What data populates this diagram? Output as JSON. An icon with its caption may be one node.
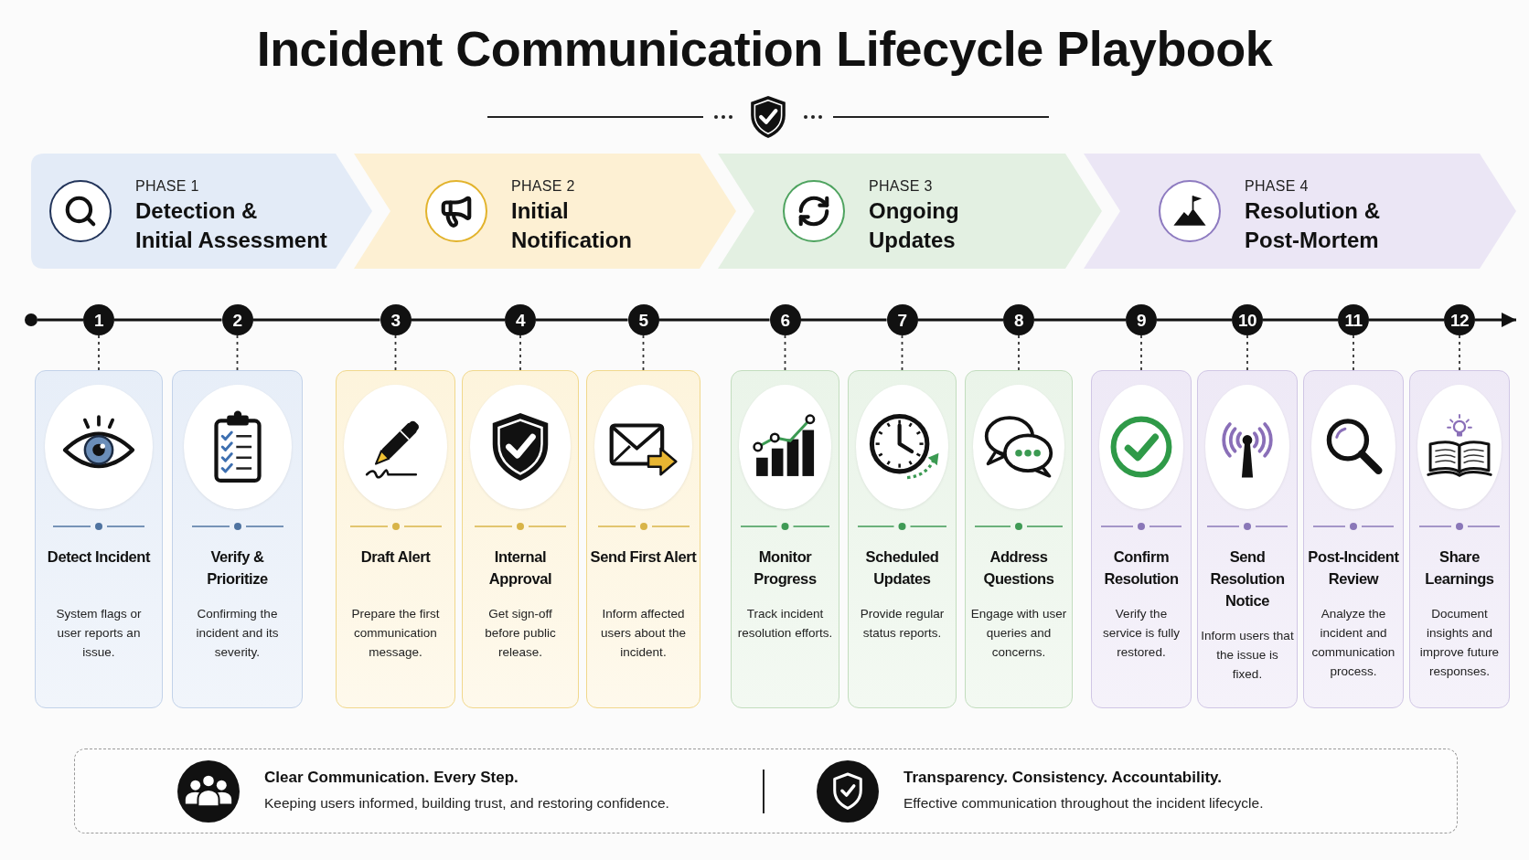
{
  "diagram": {
    "title": "Incident Communication Lifecycle Playbook",
    "nodes": [
      {
        "text": [
          "PHASE 1",
          "Detection & Initial Assessment"
        ]
      },
      {
        "text": [
          "PHASE 2",
          "Initial Notification"
        ]
      },
      {
        "text": [
          "PHASE 3",
          "Ongoing Updates"
        ]
      },
      {
        "text": [
          "PHASE 4",
          "Resolution & Post-Mortem"
        ]
      },
      {
        "text": [],
        "shape": "circle"
      },
      {
        "text": [
          "1"
        ]
      },
      {
        "text": [
          "2"
        ]
      },
      {
        "text": [
          "3"
        ]
      },
      {
        "text": [
          "4"
        ]
      },
      {
        "text": [
          "5"
        ]
      },
      {
        "text": [
          "6"
        ]
      },
      {
        "text": [
          "7"
        ]
      },
      {
        "text": [
          "8"
        ]
      },
      {
        "text": [
          "9"
        ]
      },
      {
        "text": [
          "10"
        ]
      },
      {
        "text": [
          "11"
        ]
      },
      {
        "text": [
          "12"
        ]
      },
      {
        "text": [
          "Detect Incident",
          "System flags or user reports an issue."
        ]
      },
      {
        "text": [
          "Verify & Prioritize",
          "Confirming the incident and its severity."
        ]
      },
      {
        "text": [
          "Draft Alert",
          "Prepare the first communication message."
        ]
      },
      {
        "text": [
          "Internal Approval",
          "Get sign-off before public release."
        ]
      },
      {
        "text": [
          "Send First Alert",
          "Inform affected users about the incident."
        ]
      },
      {
        "text": [
          "Monitor Progress",
          "Track incident resolution efforts."
        ]
      },
      {
        "text": [
          "Scheduled Updates",
          "Provide regular status reports."
        ]
      },
      {
        "text": [
          "Address Questions",
          "Engage with user queries and concerns."
        ]
      },
      {
        "text": [
          "Confirm Resolution",
          "Verify the service is fully restored."
        ]
      },
      {
        "text": [
          "Send Resolution Notice",
          "Inform users that the issue is fixed."
        ]
      },
      {
        "text": [
          "Post-Incident Review",
          "Analyze the incident and communication process."
        ]
      },
      {
        "text": [
          "Share Learnings",
          "Document insights and improve future responses."
        ]
      },
      {
        "text": [
          "Clear Communication. Every Step.",
          "Keeping users informed, building trust, and restoring confidence.",
          "Transparency. Consistency. Accountability.",
          "Effective communication throughout the incident lifecycle."
        ]
      }
    ],
    "edges": [
      {
        "from": 4,
        "to": 5,
        "arrow": "none"
      },
      {
        "from": 5,
        "to": 6,
        "arrow": "none"
      },
      {
        "from": 6,
        "to": 7,
        "arrow": "none"
      },
      {
        "from": 7,
        "to": 8,
        "arrow": "none"
      },
      {
        "from": 8,
        "to": 9,
        "arrow": "none"
      },
      {
        "from": 9,
        "to": 10,
        "arrow": "none"
      },
      {
        "from": 10,
        "to": 11,
        "arrow": "none"
      },
      {
        "from": 11,
        "to": 12,
        "arrow": "none"
      },
      {
        "from": 12,
        "to": 13,
        "arrow": "none"
      },
      {
        "from": 13,
        "to": 14,
        "arrow": "none"
      },
      {
        "from": 14,
        "to": 15,
        "arrow": "none"
      },
      {
        "from": 15,
        "to": 16,
        "arrow": "none"
      },
      {
        "from": 16,
        "to": null,
        "arrow": "to"
      },
      {
        "from": 5,
        "to": 17,
        "arrow": "none",
        "style": "dashed"
      },
      {
        "from": 6,
        "to": 18,
        "arrow": "none",
        "style": "dashed"
      },
      {
        "from": 7,
        "to": 19,
        "arrow": "none",
        "style": "dashed"
      },
      {
        "from": 8,
        "to": 20,
        "arrow": "none",
        "style": "dashed"
      },
      {
        "from": 9,
        "to": 21,
        "arrow": "none",
        "style": "dashed"
      },
      {
        "from": 10,
        "to": 22,
        "arrow": "none",
        "style": "dashed"
      },
      {
        "from": 11,
        "to": 23,
        "arrow": "none",
        "style": "dashed"
      },
      {
        "from": 12,
        "to": 24,
        "arrow": "none",
        "style": "dashed"
      },
      {
        "from": 13,
        "to": 25,
        "arrow": "none",
        "style": "dashed"
      },
      {
        "from": 14,
        "to": 26,
        "arrow": "none",
        "style": "dashed"
      },
      {
        "from": 15,
        "to": 27,
        "arrow": "none",
        "style": "dashed"
      },
      {
        "from": 16,
        "to": 28,
        "arrow": "none",
        "style": "dashed"
      }
    ]
  }
}
